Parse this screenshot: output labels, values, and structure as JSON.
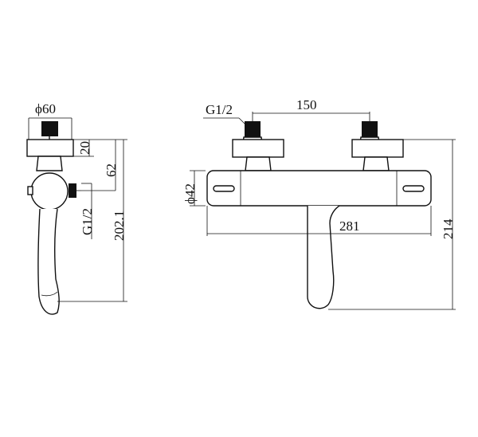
{
  "side_view": {
    "dia_top": "ϕ60",
    "h20": "20",
    "h62": "62",
    "thread": "G1/2",
    "h202": "202.1"
  },
  "front_view": {
    "thread": "G1/2",
    "spacing": "150",
    "dia_body": "ϕ42",
    "width": "281",
    "height": "214"
  }
}
